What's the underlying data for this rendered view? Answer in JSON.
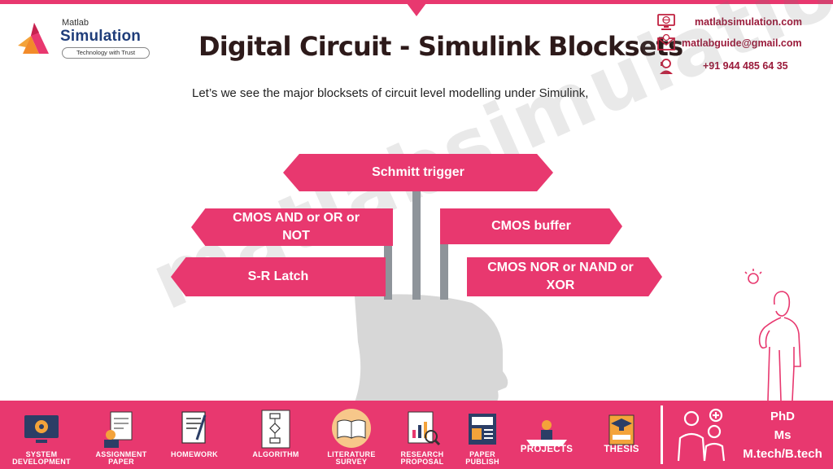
{
  "brand": {
    "small": "Matlab",
    "name": "Simulation",
    "tagline": "Technology with Trust",
    "colors": {
      "accent": "#e8386f",
      "navy": "#1f3d7a",
      "post": "#8e949a"
    }
  },
  "header": {
    "title": "Digital Circuit - Simulink Blocksets",
    "subtitle": "Let’s we see the major blocksets of circuit level modelling under Simulink,"
  },
  "contact": {
    "website": "matlabsimulation.com",
    "email": "matlabguide@gmail.com",
    "phone": "+91 944 485 64 35"
  },
  "watermark": "matlabsimulation.com",
  "signs": {
    "schmitt": "Schmitt trigger",
    "cmos_logic": "CMOS AND or OR or NOT",
    "cmos_buffer": "CMOS buffer",
    "sr_latch": "S-R Latch",
    "cmos_nor": "CMOS NOR or NAND or XOR"
  },
  "footer": {
    "items": [
      {
        "label": "SYSTEM DEVELOPMENT",
        "icon": "monitor-gear-icon"
      },
      {
        "label": "ASSIGNMENT PAPER",
        "icon": "person-paper-icon"
      },
      {
        "label": "HOMEWORK",
        "icon": "notebook-pen-icon"
      },
      {
        "label": "ALGORITHM",
        "icon": "flowchart-icon"
      },
      {
        "label": "LITERATURE SURVEY",
        "icon": "open-book-icon"
      },
      {
        "label": "RESEARCH PROPOSAL",
        "icon": "report-chart-icon"
      },
      {
        "label": "PAPER PUBLISH",
        "icon": "newspaper-icon"
      },
      {
        "label": "PROJECTS",
        "icon": "blueprint-icon"
      },
      {
        "label": "THESIS",
        "icon": "graduation-book-icon"
      }
    ],
    "degrees": [
      "PhD",
      "Ms",
      "M.tech/B.tech"
    ]
  }
}
